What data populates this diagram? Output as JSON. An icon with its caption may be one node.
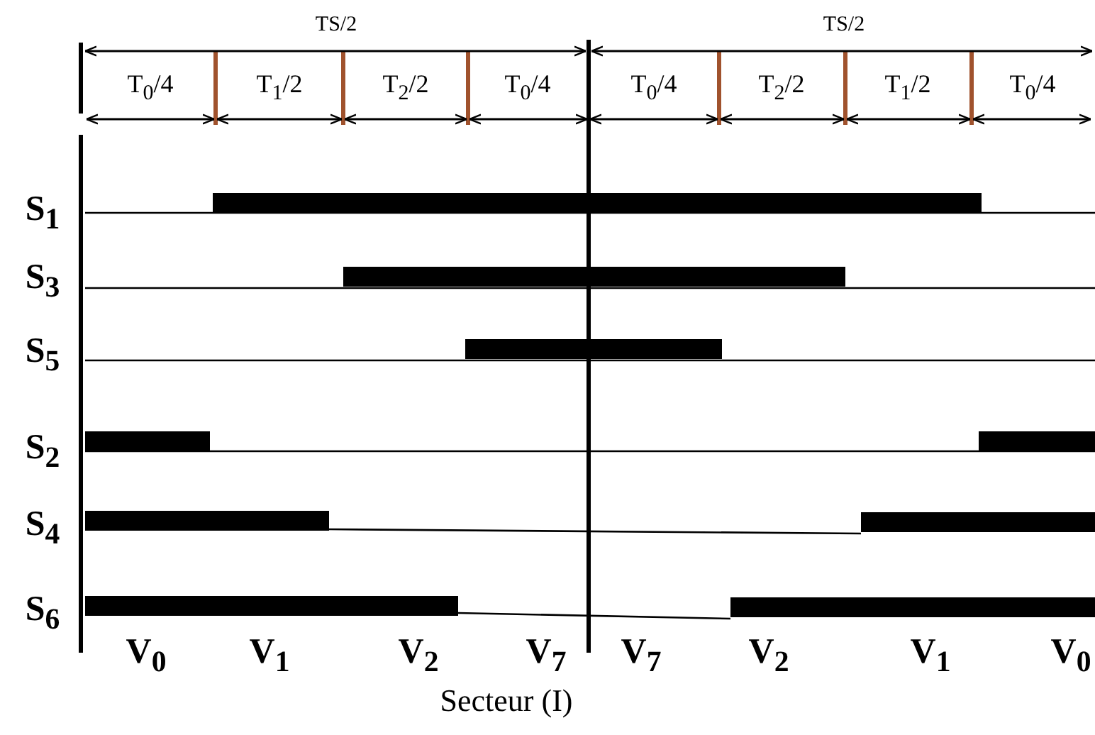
{
  "diagram": {
    "caption": "Secteur (I)",
    "labels": [
      "TS/2",
      "TS/2",
      "T$_{0}$/4",
      "T$_{1}$/2",
      "T$_{2}$/2",
      "T$_{0}$/4",
      "T$_{0}$/4",
      "T$_{2}$/2",
      "T$_{1}$/2",
      "T$_{0}$/4",
      "S$_{1}$",
      "S$_{3}$",
      "S$_{5}$",
      "S$_{2}$",
      "S$_{4}$",
      "S$_{6}$",
      "V$_{0}$",
      "V$_{1}$",
      "V$_{2}$",
      "V$_{7}$",
      "V$_{7}$",
      "V$_{2}$",
      "V$_{1}$",
      "V$_{0}$"
    ]
  }
}
